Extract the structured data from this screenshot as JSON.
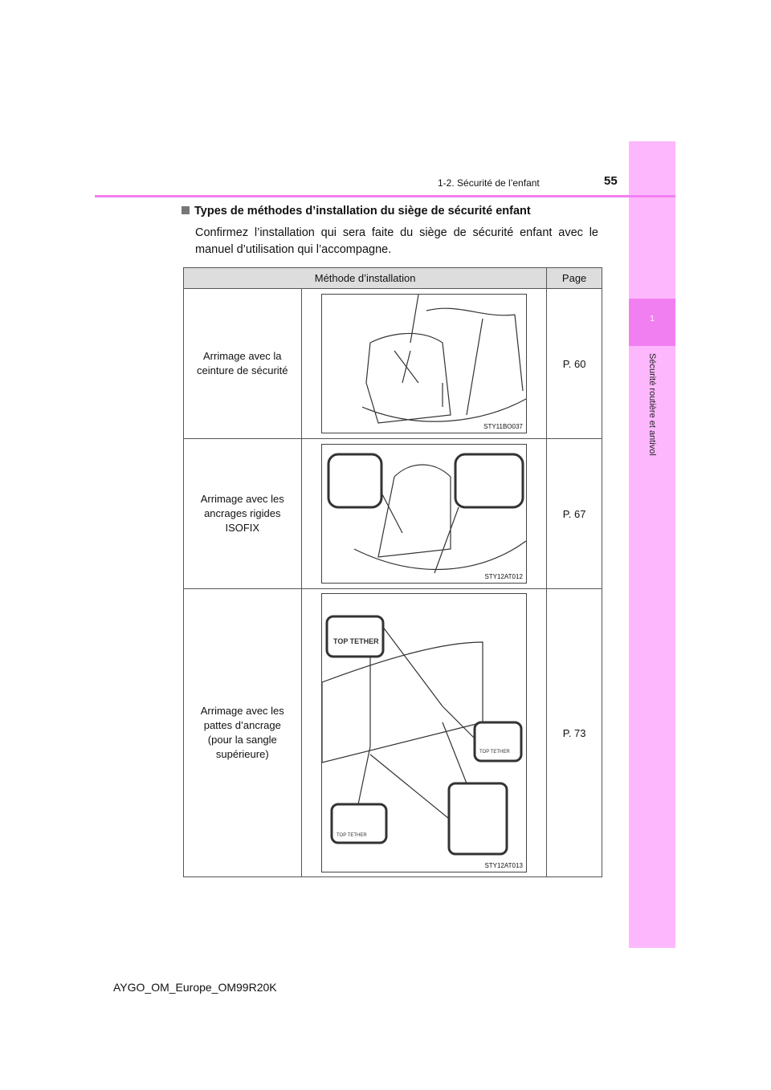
{
  "header": {
    "section": "1-2. Sécurité de l’enfant",
    "page_number": "55"
  },
  "side_tab": {
    "chapter": "1",
    "label": "Sécurité routière et antivol"
  },
  "heading": "Types de méthodes d’installation du siège de sécurité enfant",
  "intro": "Confirmez l’installation qui sera faite du siège de sécurité enfant avec le manuel d’utilisation qui l’accompagne.",
  "table": {
    "headers": [
      "Méthode d’installation",
      "Page"
    ],
    "rows": [
      {
        "method": "Arrimage avec la ceinture de sécurité",
        "image_code": "STY11BO037",
        "page": "P. 60"
      },
      {
        "method": "Arrimage avec les ancrages rigides ISOFIX",
        "image_code": "STY12AT012",
        "page": "P. 67"
      },
      {
        "method": "Arrimage avec les pattes d’ancrage (pour la sangle supérieure)",
        "image_code": "STY12AT013",
        "page": "P. 73",
        "labels": [
          "TOP TETHER",
          "TOP TETHER",
          "TOP TETHER"
        ]
      }
    ]
  },
  "footer": "AYGO_OM_Europe_OM99R20K"
}
